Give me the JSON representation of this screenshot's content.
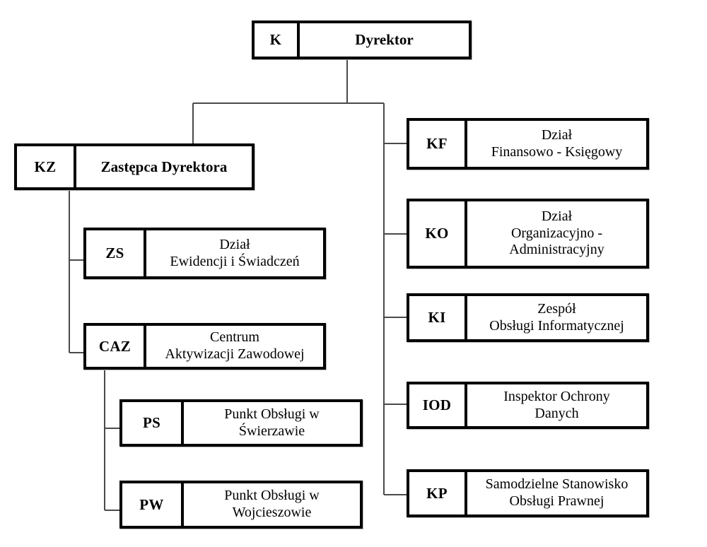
{
  "diagram": {
    "type": "organizational-chart",
    "language": "pl",
    "colors": {
      "border": "#000000",
      "background": "#ffffff",
      "connector": "#4a4a4a",
      "shadow": "#b9b9b9"
    }
  },
  "nodes": {
    "director": {
      "code": "K",
      "title": "Dyrektor",
      "bold": true
    },
    "deputy": {
      "code": "KZ",
      "title": "Zastępca Dyrektora",
      "bold": true
    },
    "zs": {
      "code": "ZS",
      "title": "Dział\nEwidencji i Świadczeń",
      "bold": false
    },
    "caz": {
      "code": "CAZ",
      "title": "Centrum\nAktywizacji Zawodowej",
      "bold": false
    },
    "ps": {
      "code": "PS",
      "title": "Punkt Obsługi w\nŚwierzawie",
      "bold": false
    },
    "pw": {
      "code": "PW",
      "title": "Punkt Obsługi w\nWojcieszowie",
      "bold": false
    },
    "kf": {
      "code": "KF",
      "title": "Dział\nFinansowo - Księgowy",
      "bold": false
    },
    "ko": {
      "code": "KO",
      "title": "Dział\nOrganizacyjno -\nAdministracyjny",
      "bold": false
    },
    "ki": {
      "code": "KI",
      "title": "Zespół\nObsługi Informatycznej",
      "bold": false
    },
    "iod": {
      "code": "IOD",
      "title": "Inspektor Ochrony\nDanych",
      "bold": false
    },
    "kp": {
      "code": "KP",
      "title": "Samodzielne Stanowisko\nObsługi Prawnej",
      "bold": false
    }
  }
}
